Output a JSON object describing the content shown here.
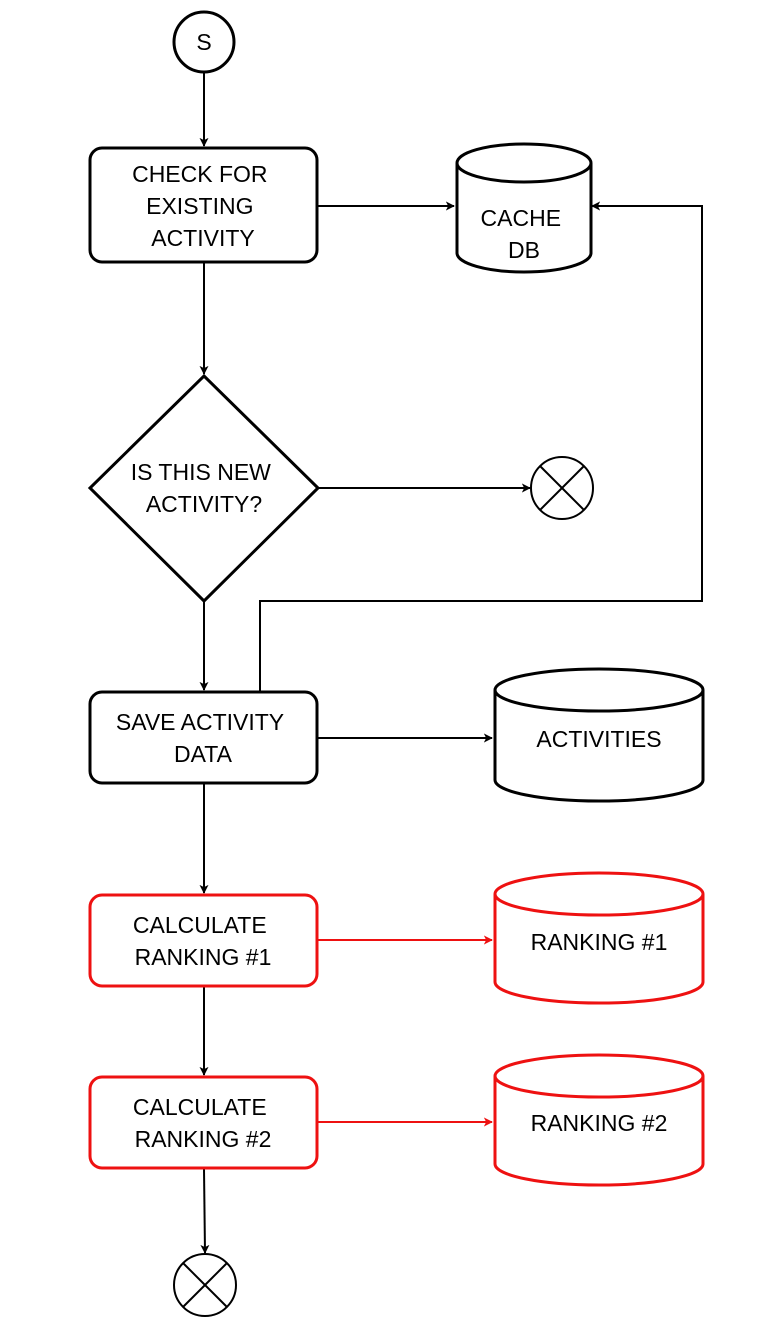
{
  "diagram": {
    "colors": {
      "default": "#000000",
      "highlight": "#ee1111",
      "background": "#ffffff"
    },
    "start_node": {
      "label": "S",
      "shape": "circle"
    },
    "end_marker_icon": "circle-x-icon",
    "process_check": {
      "lines": [
        "CHECK FOR",
        "EXISTING",
        "ACTIVITY"
      ]
    },
    "cache_db": {
      "lines": [
        "CACHE",
        "DB"
      ],
      "shape": "cylinder"
    },
    "decision_new": {
      "lines": [
        "IS THIS NEW",
        "ACTIVITY?"
      ],
      "shape": "diamond"
    },
    "process_save": {
      "lines": [
        "SAVE ACTIVITY",
        "DATA"
      ]
    },
    "activities_db": {
      "lines": [
        "ACTIVITIES"
      ],
      "shape": "cylinder"
    },
    "process_rank1": {
      "lines": [
        "CALCULATE",
        "RANKING #1"
      ],
      "highlight": true
    },
    "ranking1_db": {
      "lines": [
        "RANKING #1"
      ],
      "shape": "cylinder",
      "highlight": true
    },
    "process_rank2": {
      "lines": [
        "CALCULATE",
        "RANKING #2"
      ],
      "highlight": true
    },
    "ranking2_db": {
      "lines": [
        "RANKING #2"
      ],
      "shape": "cylinder",
      "highlight": true
    }
  }
}
